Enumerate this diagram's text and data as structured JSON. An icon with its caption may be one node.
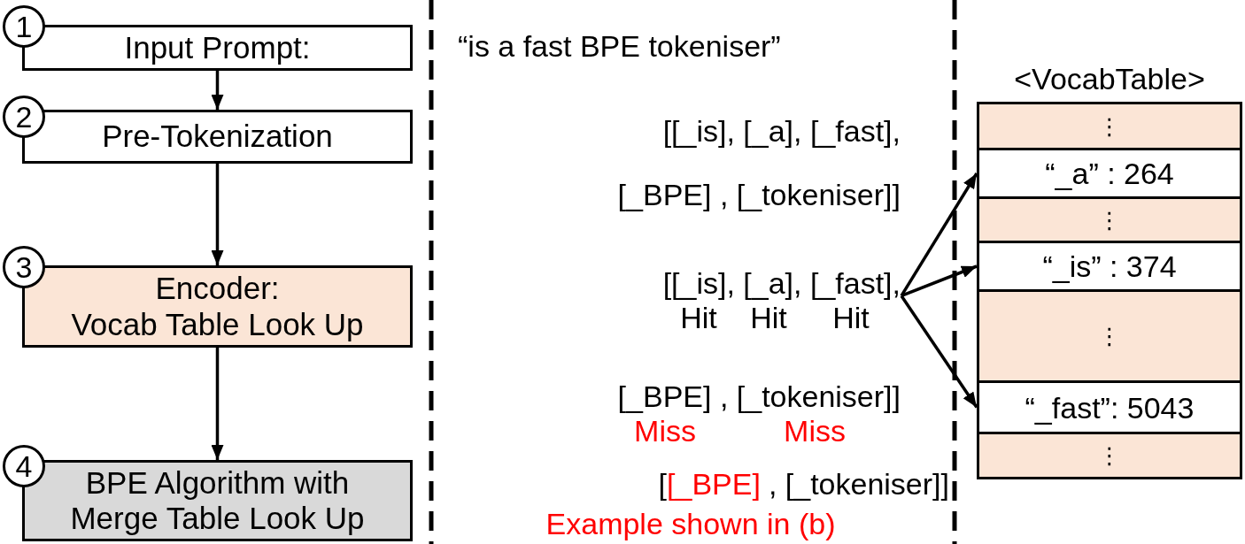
{
  "diagram": {
    "nodes": [
      {
        "text": [
          "1"
        ]
      },
      {
        "text": [
          "Input Prompt:"
        ]
      },
      {
        "text": [
          "2"
        ]
      },
      {
        "text": [
          "Pre-Tokenization"
        ]
      },
      {
        "text": [
          "3"
        ]
      },
      {
        "text": [
          "Encoder:",
          "Vocab Table Look Up"
        ]
      },
      {
        "text": [
          "4"
        ]
      },
      {
        "text": [
          "BPE Algorithm with Merge Table Look Up"
        ]
      },
      {
        "text": [
          "[[_is], [_a], [_fast],"
        ]
      },
      {
        "text": [
          "<VocabTable>"
        ]
      },
      {
        "text": [
          "⋮"
        ],
        "in": 9
      },
      {
        "text": [
          "“_a” : 264"
        ],
        "in": 9
      },
      {
        "text": [
          "⋮"
        ],
        "in": 9
      },
      {
        "text": [
          "“_is” : 374"
        ],
        "in": 9
      },
      {
        "text": [
          "⋮"
        ],
        "in": 9
      },
      {
        "text": [
          "“_fast”: 5043"
        ],
        "in": 9
      },
      {
        "text": [
          "⋮"
        ],
        "in": 9
      }
    ],
    "edges": [
      {
        "from": 1,
        "to": 3,
        "arrow": "to"
      },
      {
        "from": 3,
        "to": 5,
        "arrow": "to"
      },
      {
        "from": 5,
        "to": 7,
        "arrow": "to"
      },
      {
        "from": 8,
        "to": 11,
        "arrow": "to"
      },
      {
        "from": 8,
        "to": 13,
        "arrow": "to"
      },
      {
        "from": 8,
        "to": 15,
        "arrow": "to"
      }
    ],
    "labels": [
      "“is a fast BPE tokeniser”",
      "[[_is], [_a], [_fast],",
      "[_BPE] , [_tokeniser]]",
      "Hit",
      "Hit",
      "Hit",
      "[_BPE] , [_tokeniser]]",
      "Miss",
      "Miss",
      "[",
      "[_BPE]",
      ", [_tokeniser]]",
      "Example shown in (b)"
    ]
  }
}
